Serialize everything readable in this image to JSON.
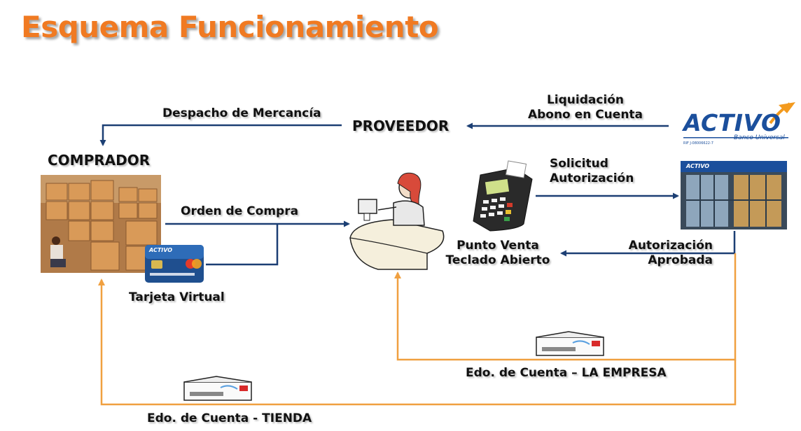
{
  "title": "Esquema Funcionamiento",
  "nodes": {
    "comprador": "COMPRADOR",
    "proveedor": "PROVEEDOR",
    "tarjeta": "Tarjeta Virtual",
    "punto_venta_line1": "Punto Venta",
    "punto_venta_line2": "Teclado Abierto"
  },
  "bank": {
    "name": "ACTIVO",
    "subtitle": "Banco Universal",
    "rif": "RIF J-08006622-7",
    "card_brand": "ACTIVO",
    "building_sign": "ACTIVO"
  },
  "flows": {
    "despacho": "Despacho de Mercancía",
    "liquidacion_line1": "Liquidación",
    "liquidacion_line2": "Abono en Cuenta",
    "solicitud_line1": "Solicitud",
    "solicitud_line2": "Autorización",
    "orden": "Orden de Compra",
    "autorizacion_line1": "Autorización",
    "autorizacion_line2": "Aprobada",
    "edo_empresa": "Edo. de Cuenta – LA EMPRESA",
    "edo_tienda": "Edo. de Cuenta - TIENDA"
  },
  "colors": {
    "title": "#f07a22",
    "blue_arrow": "#1c3f74",
    "orange_arrow": "#f0a040",
    "bank_blue": "#1b4f9c"
  }
}
